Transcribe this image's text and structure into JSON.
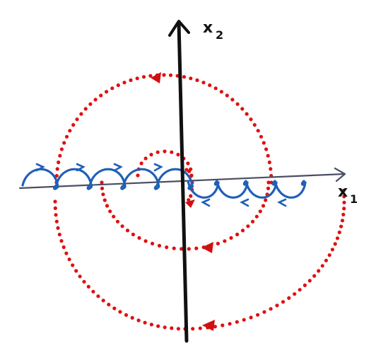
{
  "colors": {
    "background": "#ffffff",
    "axis_x": "#4a4f63",
    "axis_y": "#111111",
    "spiral": "#e01010",
    "spiral_arrow": "#d01010",
    "loops": "#1f5fb8"
  },
  "axes": {
    "horizontal_label": {
      "main": "x",
      "sub": "1"
    },
    "vertical_label": {
      "main": "x",
      "sub": "2"
    }
  }
}
